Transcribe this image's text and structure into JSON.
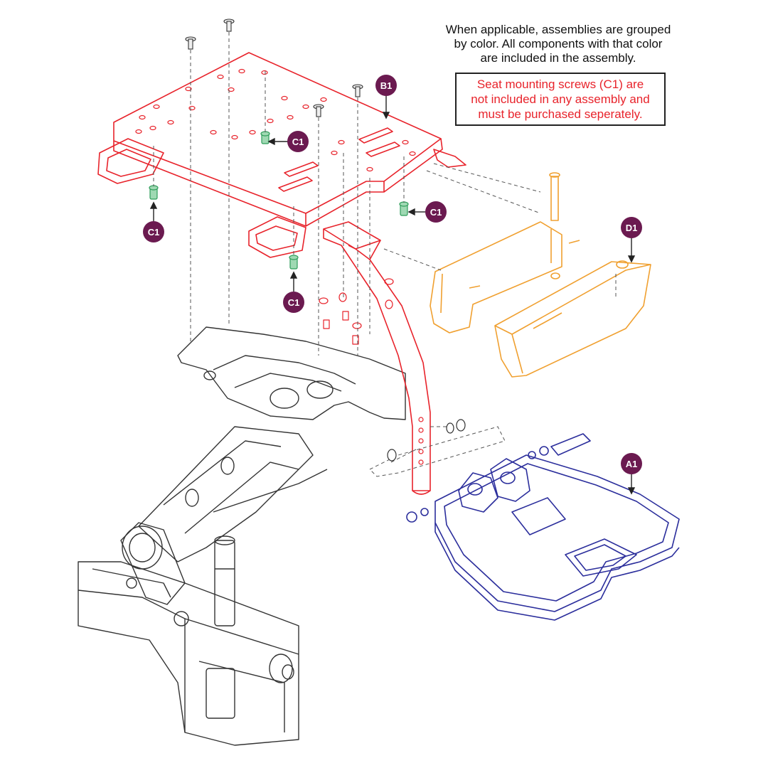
{
  "note": {
    "lines": [
      "When applicable, assemblies are grouped",
      "by color. All components with that color",
      "are included in the assembly."
    ]
  },
  "warning": {
    "lines": [
      "Seat mounting screws (C1) are",
      "not included in any assembly and",
      "must be purchased seperately."
    ],
    "color": "#e8232b"
  },
  "callouts": {
    "b1": "B1",
    "c1": "C1",
    "d1": "D1",
    "a1": "A1"
  },
  "colors": {
    "assembly_b1": "#e8232b",
    "assembly_d1": "#f0a030",
    "assembly_a1": "#2b2e9c",
    "screws_c1": "#2e9d5a",
    "callout_badge": "#6b1a50",
    "base_linework": "#333333"
  }
}
